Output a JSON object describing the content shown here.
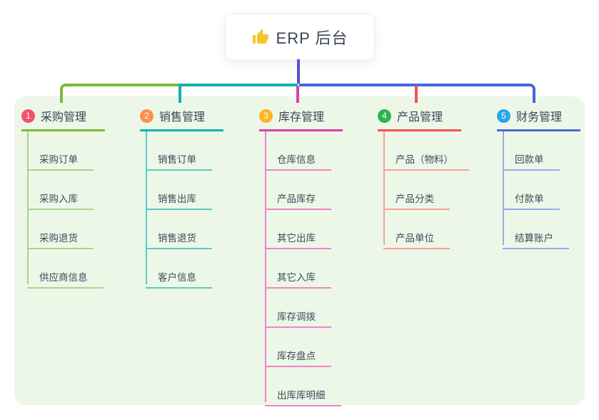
{
  "root": {
    "label": "ERP 后台",
    "icon": "thumbs-up-icon",
    "icon_color": "#f7c428"
  },
  "branches": [
    {
      "index": "1",
      "label": "采购管理",
      "badge_color": "#f4516c",
      "line_color": "#7cb93e",
      "child_line_color": "#a9d685",
      "children": [
        "采购订单",
        "采购入库",
        "采购退货",
        "供应商信息"
      ]
    },
    {
      "index": "2",
      "label": "销售管理",
      "badge_color": "#fb8f4d",
      "line_color": "#10b3ab",
      "child_line_color": "#5fc9c2",
      "children": [
        "销售订单",
        "销售出库",
        "销售退货",
        "客户信息"
      ]
    },
    {
      "index": "3",
      "label": "库存管理",
      "badge_color": "#fcb421",
      "line_color": "#dd3fa6",
      "child_line_color": "#ef83c6",
      "children": [
        "仓库信息",
        "产品库存",
        "其它出库",
        "其它入库",
        "库存调拨",
        "库存盘点",
        "出库库明细"
      ]
    },
    {
      "index": "4",
      "label": "产品管理",
      "badge_color": "#2eb34c",
      "line_color": "#f8504f",
      "child_line_color": "#fb9e98",
      "children": [
        "产品（物料）",
        "产品分类",
        "产品单位"
      ]
    },
    {
      "index": "5",
      "label": "财务管理",
      "badge_color": "#2aa5e8",
      "line_color": "#4468de",
      "child_line_color": "#95abec",
      "children": [
        "回款单",
        "付款单",
        "结算账户"
      ]
    }
  ],
  "connectors": {
    "root_stem_color": "#5153cf",
    "bus_left_color": "#7cb93e",
    "bus_mid_color": "#10b3ab",
    "bus_right_color": "#4468de",
    "drop3_color": "#dd3fa6",
    "drop4_color": "#f8504f"
  },
  "panel_color": "#ecf7e8"
}
